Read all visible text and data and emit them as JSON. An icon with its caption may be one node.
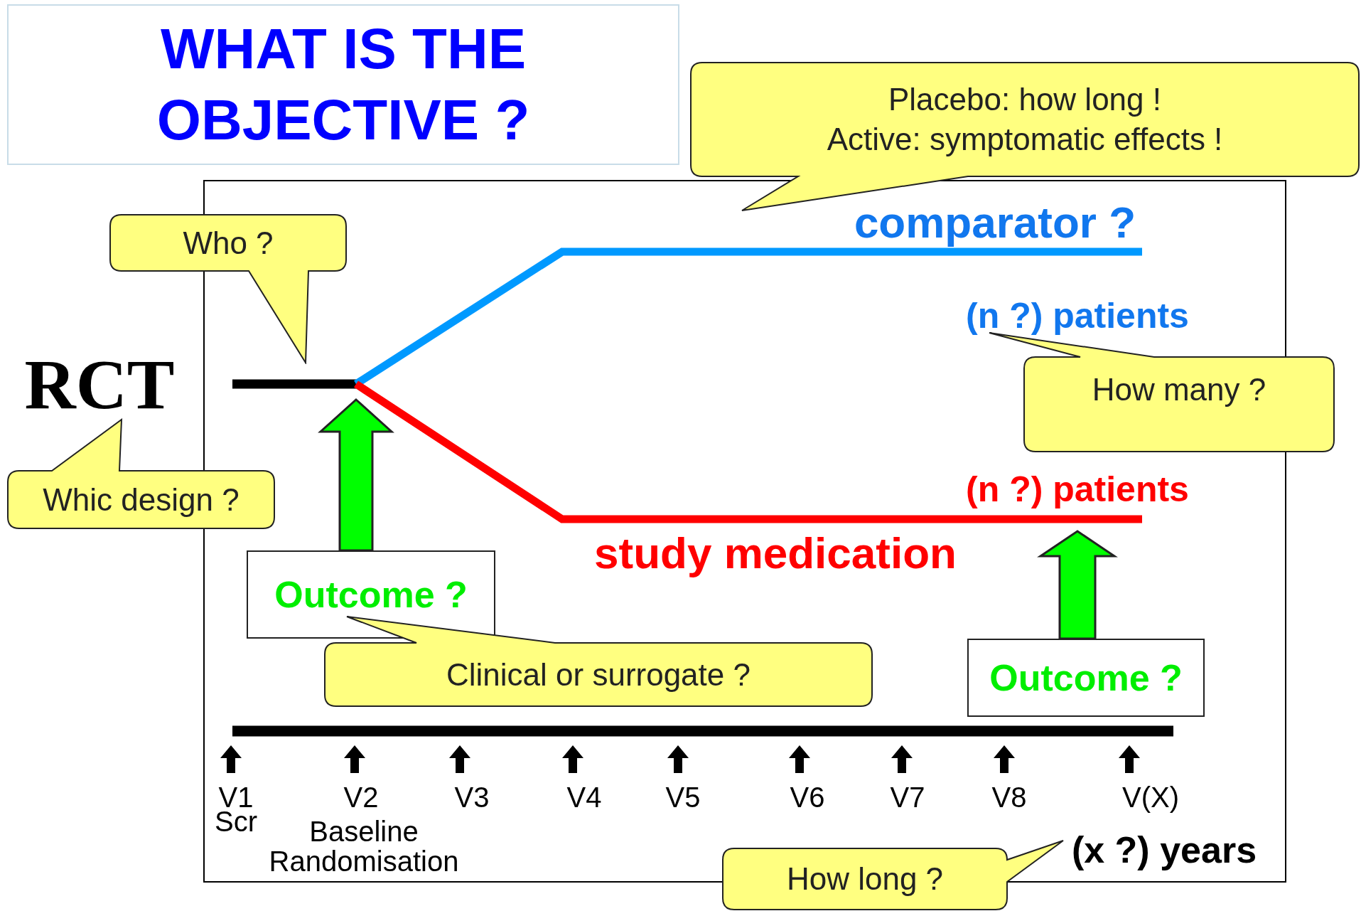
{
  "diagram": {
    "title": "WHAT IS THE OBJECTIVE ?",
    "nodes": [
      {
        "text": [
          "RCT"
        ]
      },
      {
        "text": [
          "Who ?"
        ]
      },
      {
        "text": [
          "Whic design ?"
        ]
      },
      {
        "text": [
          "Placebo: how long !",
          "Active: symptomatic effects !"
        ]
      },
      {
        "text": [
          "comparator ?"
        ]
      },
      {
        "text": [
          "(n ?) patients"
        ]
      },
      {
        "text": [
          "How many ?"
        ]
      },
      {
        "text": [
          "(n ?) patients"
        ]
      },
      {
        "text": [
          "study medication"
        ]
      },
      {
        "text": [
          "Outcome ?"
        ]
      },
      {
        "text": [
          "Clinical or surrogate ?"
        ]
      },
      {
        "text": [
          "Outcome ?"
        ]
      },
      {
        "text": [
          "(x ?) years"
        ]
      },
      {
        "text": [
          "How long ?"
        ]
      }
    ],
    "edges": [
      {
        "from": 9,
        "to": null,
        "arrow": "to",
        "style": "thick",
        "color": "#00ff00"
      },
      {
        "from": 11,
        "to": null,
        "arrow": "to",
        "style": "thick",
        "color": "#00ff00"
      }
    ],
    "labels": [
      "V1",
      "Scr",
      "V2",
      "Baseline Randomisation",
      "V3",
      "V4",
      "V5",
      "V6",
      "V7",
      "V8",
      "V(X)"
    ]
  }
}
